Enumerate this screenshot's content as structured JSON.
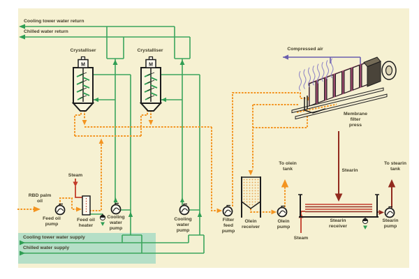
{
  "diagram": {
    "labels": {
      "cooling_tower_water_return": [
        "Cooling tower water return"
      ],
      "chilled_water_return": [
        "Chilled water return"
      ],
      "crystalliser_1": [
        "Crystalliser"
      ],
      "crystalliser_2": [
        "Crystalliser"
      ],
      "motor": [
        "M"
      ],
      "compressed_air": [
        "Compressed air"
      ],
      "membrane_filter_press": [
        "Membrane",
        "filter",
        "press"
      ],
      "steam_heater": [
        "Steam"
      ],
      "rbd_palm_oil": [
        "RBD palm",
        "oil"
      ],
      "feed_oil_pump": [
        "Feed oil",
        "pump"
      ],
      "feed_oil_heater": [
        "Feed oil",
        "heater"
      ],
      "cooling_water_pump_1": [
        "Cooling",
        "water",
        "pump"
      ],
      "cooling_water_pump_2": [
        "Cooling",
        "water",
        "pump"
      ],
      "filter_feed_pump": [
        "Filter",
        "feed",
        "pump"
      ],
      "olein_receiver": [
        "Olein",
        "receiver"
      ],
      "olein_pump": [
        "Olein",
        "pump"
      ],
      "to_olein_tank": [
        "To olein",
        "tank"
      ],
      "stearin": [
        "Stearin"
      ],
      "stearin_receiver": [
        "Stearin",
        "receiver"
      ],
      "steam_stearin": [
        "Steam"
      ],
      "stearin_pump": [
        "Stearin",
        "pump"
      ],
      "to_stearin_tank": [
        "To stearin",
        "tank"
      ],
      "cooling_tower_water_supply": [
        "Cooling tower water supply"
      ],
      "chilled_water_supply": [
        "Chilled water supply"
      ]
    },
    "colors": {
      "paper_background": "#f6f1d2",
      "supply_band": "#b5dfc7",
      "water_line_green": "#3ba55c",
      "oil_line_orange": "#f39420",
      "steam_line_red": "#c23b2a",
      "stearin_line_maroon": "#922a1e",
      "air_line_purple": "#6a5fae",
      "equipment_outline": "#1c1c1c"
    }
  }
}
